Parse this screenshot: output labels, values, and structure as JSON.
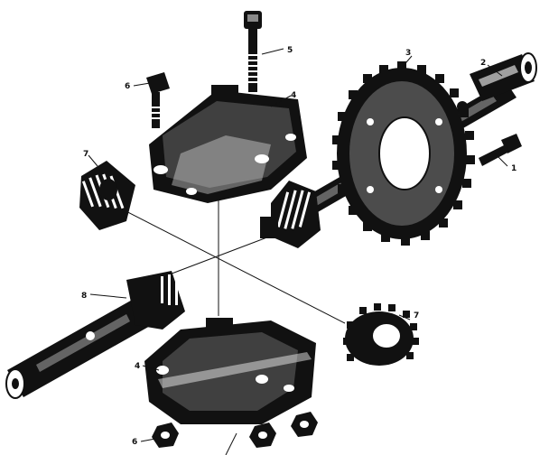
{
  "callouts": {
    "c1": "1",
    "c2": "2",
    "c3": "3",
    "c4_top": "4",
    "c4_bottom": "4",
    "c5": "5",
    "c6_top": "6",
    "c6_bottom": "6",
    "c7_left": "7",
    "c7_right": "7",
    "c8": "8"
  },
  "colors": {
    "ink": "#111111",
    "paper": "#ffffff"
  }
}
